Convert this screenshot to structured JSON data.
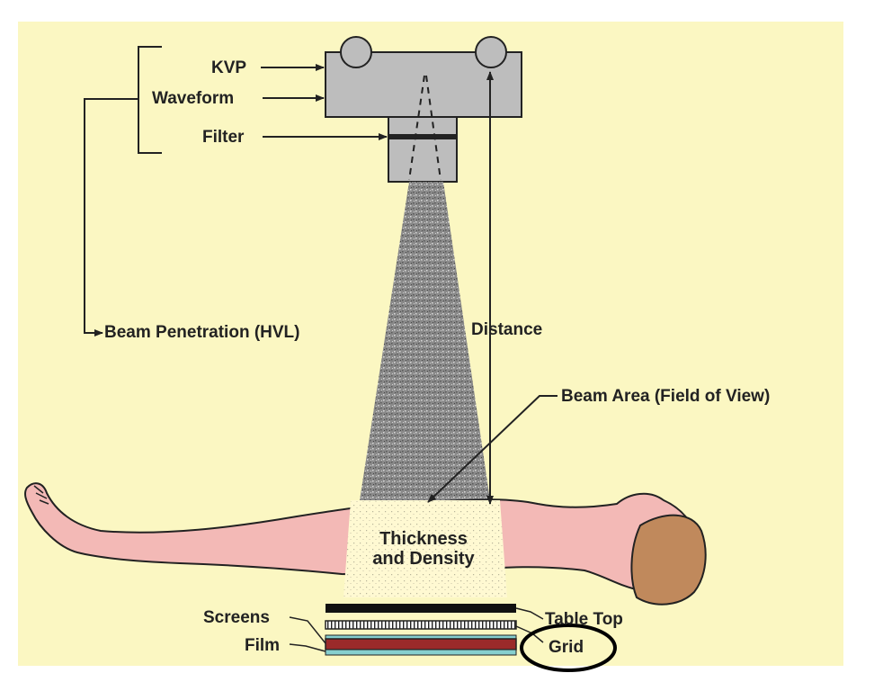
{
  "labels": {
    "kvp": "KVP",
    "waveform": "Waveform",
    "filter": "Filter",
    "beam_penetration": "Beam Penetration (HVL)",
    "distance": "Distance",
    "beam_area": "Beam Area (Field of View)",
    "thickness_line1": "Thickness",
    "thickness_line2": "and Density",
    "screens": "Screens",
    "film": "Film",
    "table_top": "Table Top",
    "grid": "Grid"
  },
  "colors": {
    "panel_background": "#fbf7c2",
    "tube_housing": "#bdbdbd",
    "patient_skin": "#f3b9b6",
    "hair": "#c0895c",
    "film_red": "#9b2a2a",
    "film_cyan": "#86cfcf",
    "grid_highlight_circle": "#000000"
  }
}
